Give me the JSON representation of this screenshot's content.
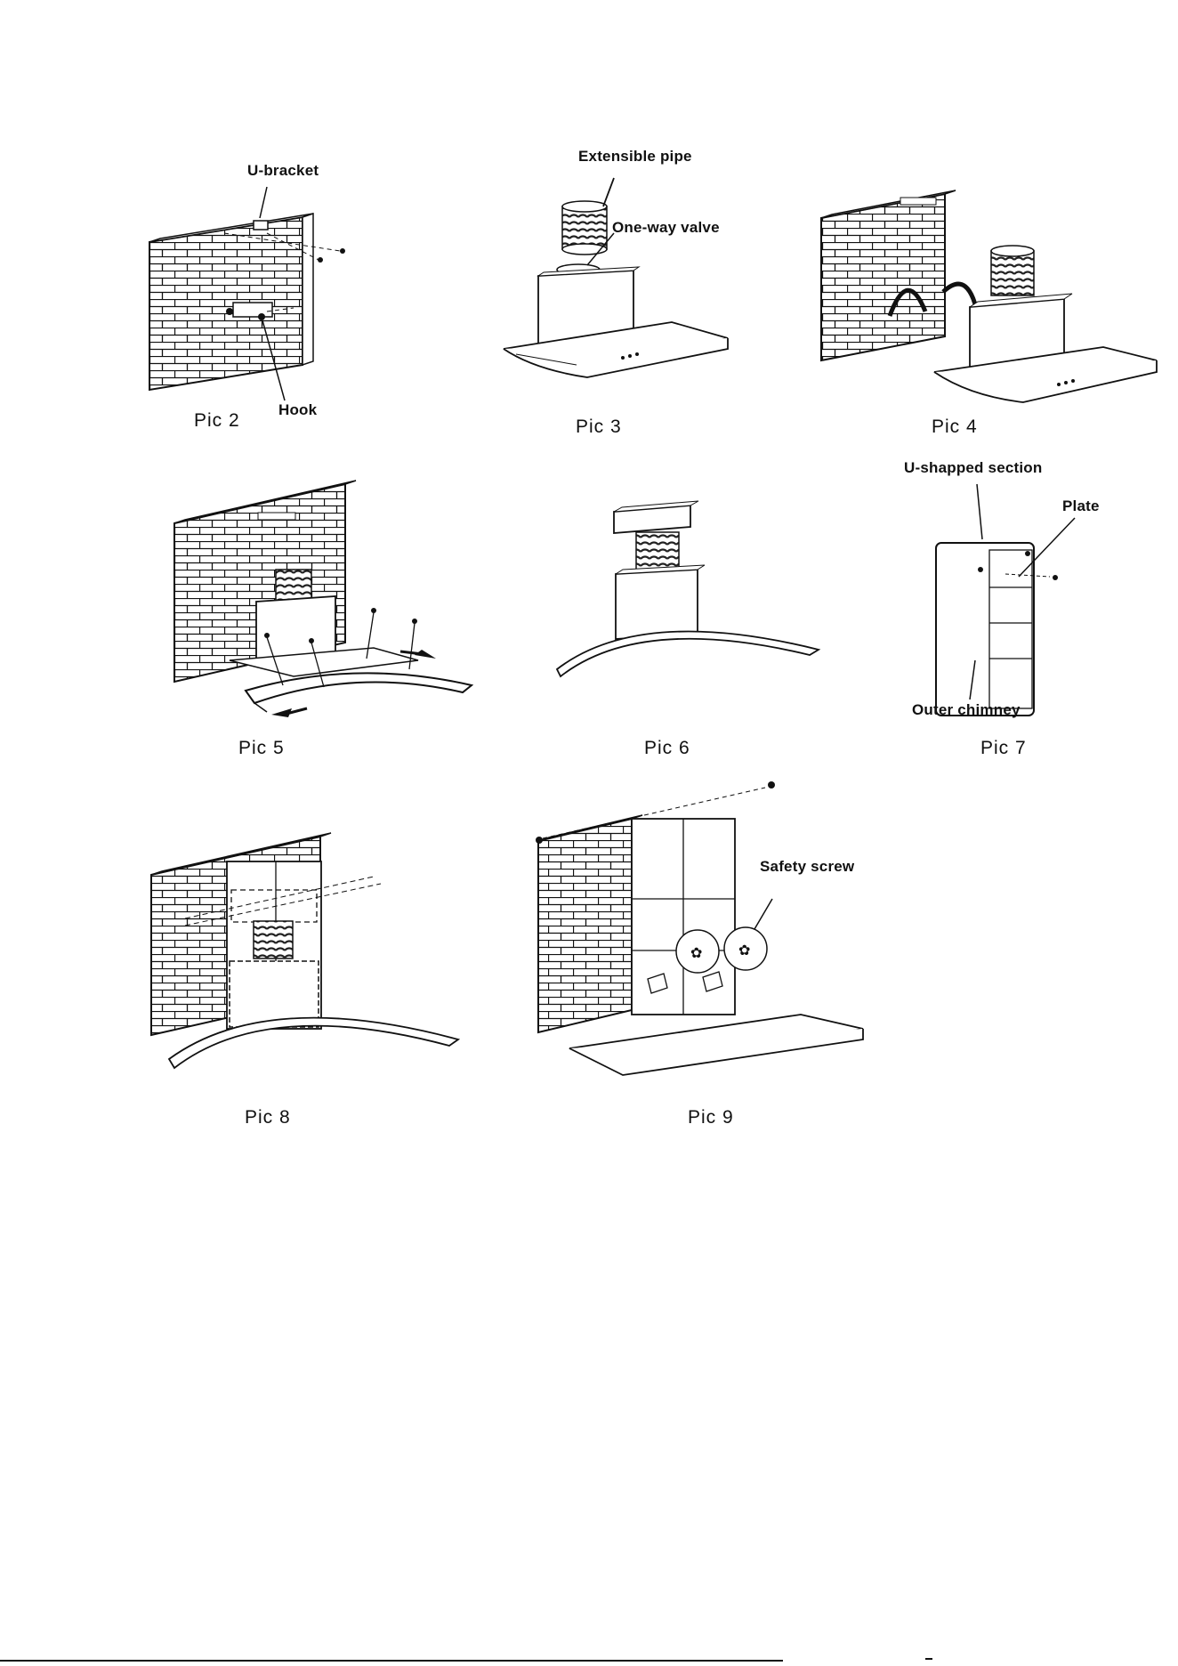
{
  "colors": {
    "ink": "#111111",
    "paper": "#ffffff",
    "pipe": "#333333"
  },
  "figures": [
    {
      "id": "pic2",
      "caption": "Pic  2",
      "callouts": [
        "U-bracket",
        "Hook"
      ]
    },
    {
      "id": "pic3",
      "caption": "Pic  3",
      "callouts": [
        "Extensible pipe",
        "One-way valve"
      ]
    },
    {
      "id": "pic4",
      "caption": "Pic  4",
      "callouts": []
    },
    {
      "id": "pic5",
      "caption": "Pic  5",
      "callouts": []
    },
    {
      "id": "pic6",
      "caption": "Pic  6",
      "callouts": []
    },
    {
      "id": "pic7",
      "caption": "Pic  7",
      "callouts": [
        "U-shapped section",
        "Plate",
        "Outer chimney"
      ]
    },
    {
      "id": "pic8",
      "caption": "Pic 8",
      "callouts": []
    },
    {
      "id": "pic9",
      "caption": "Pic 9",
      "callouts": [
        "Safety  screw"
      ]
    }
  ]
}
